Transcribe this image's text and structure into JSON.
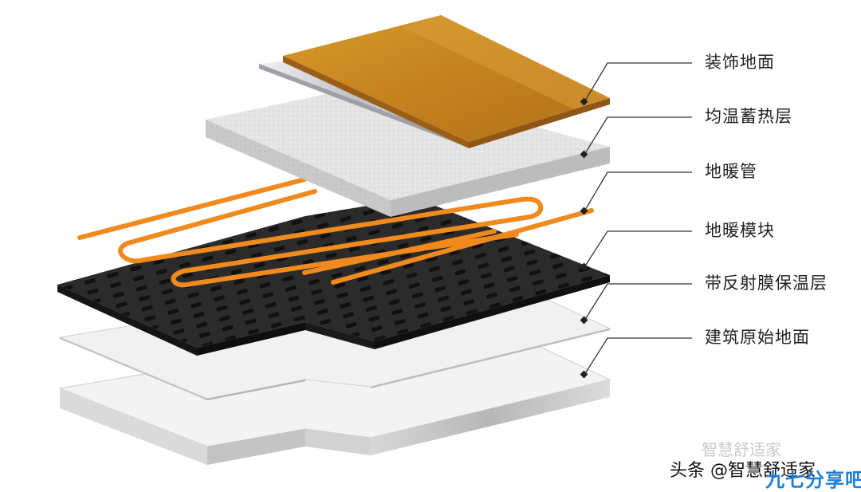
{
  "layers": [
    {
      "id": "decor-floor",
      "label": "装饰地面"
    },
    {
      "id": "heat-storage",
      "label": "均温蓄热层"
    },
    {
      "id": "heating-pipe",
      "label": "地暖管"
    },
    {
      "id": "heating-module",
      "label": "地暖模块"
    },
    {
      "id": "insulation",
      "label": "带反射膜保温层"
    },
    {
      "id": "base-floor",
      "label": "建筑原始地面"
    }
  ],
  "watermark": {
    "top_text": "智慧舒适家",
    "bottom_text": "头条 @智慧舒适家",
    "logo_text": "九七分享吧"
  },
  "colors": {
    "wood_top": "#c8861f",
    "wood_edge": "#a0611a",
    "stone_top": "#e6e6e6",
    "stone_edge": "#c7c7c7",
    "foil": "#d9d9dd",
    "pipe": "#f08a1e",
    "module_top": "#262626",
    "module_side": "#151515",
    "panel_top": "#f1f1f1",
    "panel_side": "#c9c9c9",
    "leader": "#333333",
    "logo": "#1c7fd6"
  }
}
